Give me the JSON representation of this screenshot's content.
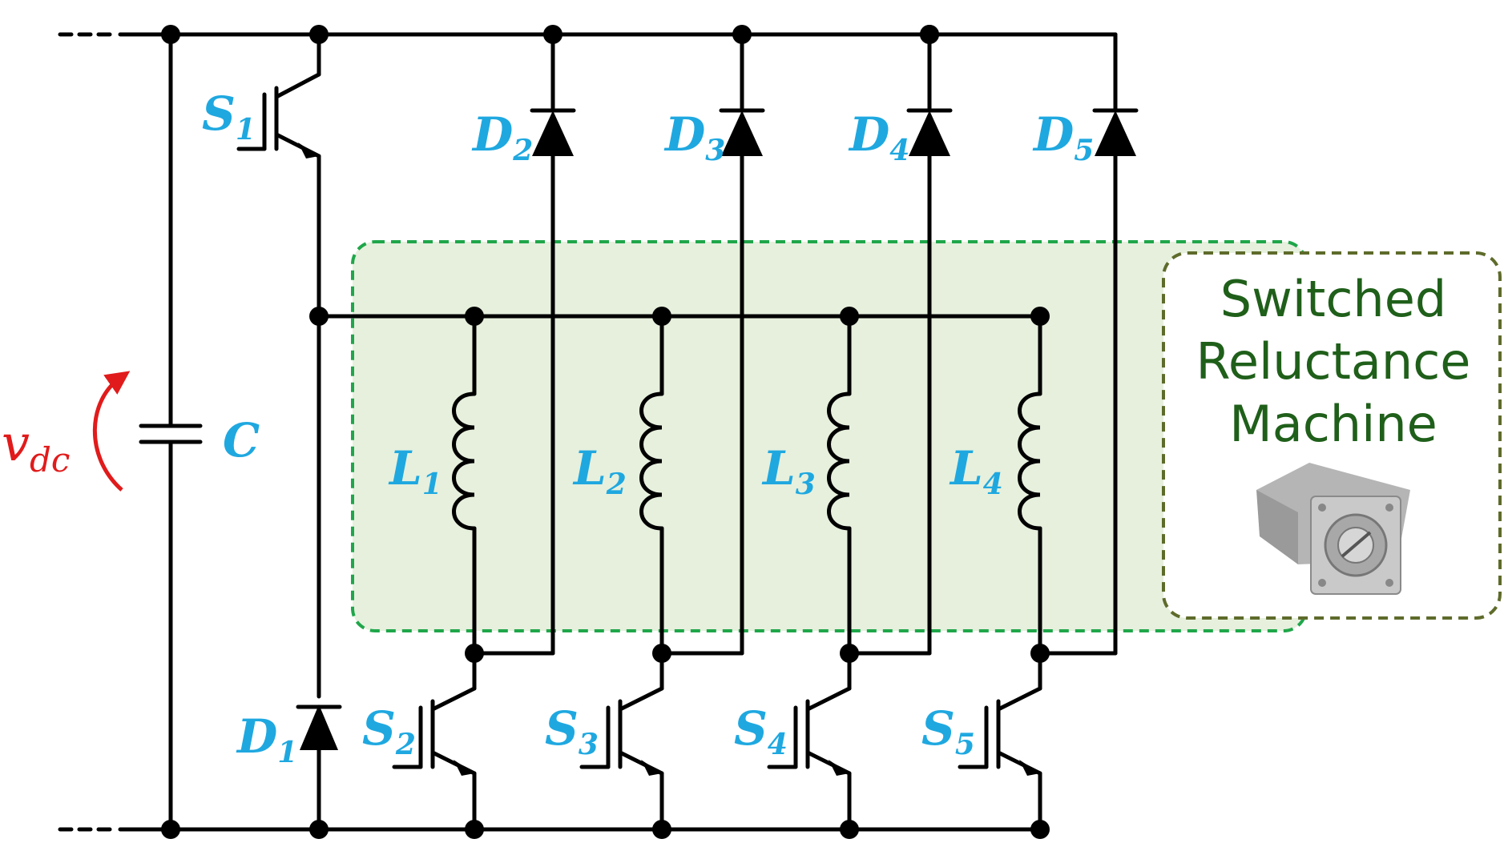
{
  "colors": {
    "component_label": "#1fa8e0",
    "voltage_label": "#e11b1b",
    "phase_region_fill": "#e6f0dd",
    "phase_region_border": "#1fa64a",
    "machine_box_border": "#5e6b2b",
    "machine_text": "#1f5f1a",
    "wire": "#000000"
  },
  "voltage": {
    "symbol": "v",
    "subscript": "dc"
  },
  "capacitor": {
    "label": "C"
  },
  "switches": [
    {
      "letter": "S",
      "index": "1"
    },
    {
      "letter": "S",
      "index": "2"
    },
    {
      "letter": "S",
      "index": "3"
    },
    {
      "letter": "S",
      "index": "4"
    },
    {
      "letter": "S",
      "index": "5"
    }
  ],
  "diodes": [
    {
      "letter": "D",
      "index": "1"
    },
    {
      "letter": "D",
      "index": "2"
    },
    {
      "letter": "D",
      "index": "3"
    },
    {
      "letter": "D",
      "index": "4"
    },
    {
      "letter": "D",
      "index": "5"
    }
  ],
  "inductors": [
    {
      "letter": "L",
      "index": "1"
    },
    {
      "letter": "L",
      "index": "2"
    },
    {
      "letter": "L",
      "index": "3"
    },
    {
      "letter": "L",
      "index": "4"
    }
  ],
  "machine": {
    "line1": "Switched",
    "line2": "Reluctance",
    "line3": "Machine",
    "icon": "motor-icon"
  }
}
